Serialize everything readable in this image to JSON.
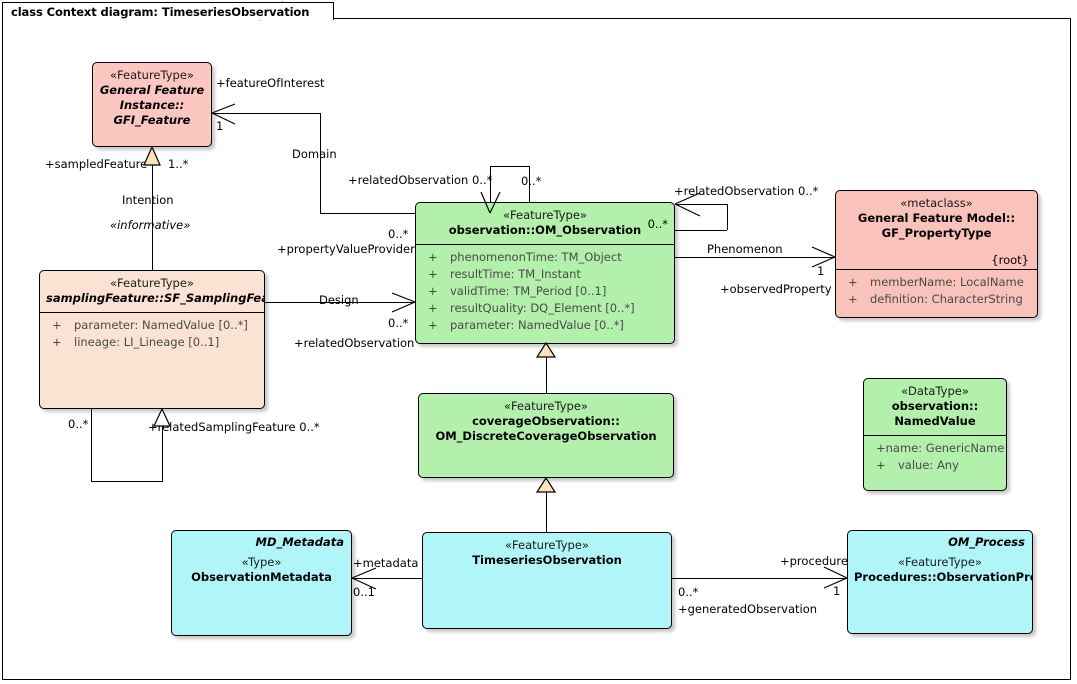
{
  "diagram": {
    "tab_title": "class Context diagram: TimeseriesObservation"
  },
  "colors": {
    "pink": "#fbc7c0",
    "peach": "#fae3d2",
    "green": "#b2f0ac",
    "cyan": "#b0f6f8",
    "border": "#000000",
    "attribute_text": "#4a4a4a"
  },
  "classes": {
    "gfi_feature": {
      "stereotype": "«FeatureType»",
      "name_line1": "General Feature",
      "name_line2": "Instance::",
      "name_line3": "GFI_Feature",
      "fill": "pink"
    },
    "sampling_feature": {
      "stereotype": "«FeatureType»",
      "name": "samplingFeature::SF_SamplingFeature",
      "fill": "peach",
      "attributes": [
        {
          "vis": "+",
          "text": "parameter: NamedValue [0..*]"
        },
        {
          "vis": "+",
          "text": "lineage: LI_Lineage [0..1]"
        }
      ]
    },
    "om_observation": {
      "stereotype": "«FeatureType»",
      "name": "observation::OM_Observation",
      "corner_multiplicity": "0..*",
      "fill": "green",
      "attributes": [
        {
          "vis": "+",
          "text": "phenomenonTime: TM_Object"
        },
        {
          "vis": "+",
          "text": "resultTime: TM_Instant"
        },
        {
          "vis": "+",
          "text": "validTime: TM_Period [0..1]"
        },
        {
          "vis": "+",
          "text": "resultQuality: DQ_Element [0..*]"
        },
        {
          "vis": "+",
          "text": "parameter: NamedValue [0..*]"
        }
      ]
    },
    "gf_propertytype": {
      "stereotype": "«metaclass»",
      "name_line1": "General Feature Model::",
      "name_line2": "GF_PropertyType",
      "root_marker": "{root}",
      "fill": "pink",
      "attributes": [
        {
          "vis": "+",
          "text": "memberName: LocalName"
        },
        {
          "vis": "+",
          "text": "definition: CharacterString"
        }
      ]
    },
    "coverage_observation": {
      "stereotype": "«FeatureType»",
      "name_line1": "coverageObservation::",
      "name_line2": "OM_DiscreteCoverageObservation",
      "fill": "green"
    },
    "named_value": {
      "stereotype": "«DataType»",
      "name_line1": "observation::",
      "name_line2": "NamedValue",
      "fill": "green",
      "attributes": [
        {
          "vis": "+",
          "text": "name: GenericName"
        },
        {
          "vis": "+",
          "text": "value: Any"
        }
      ]
    },
    "observation_metadata": {
      "corner_label": "MD_Metadata",
      "stereotype": "«Type»",
      "name": "ObservationMetadata",
      "fill": "cyan"
    },
    "timeseries_observation": {
      "stereotype": "«FeatureType»",
      "name": "TimeseriesObservation",
      "fill": "cyan"
    },
    "observation_process": {
      "corner_label": "OM_Process",
      "stereotype": "«FeatureType»",
      "name": "Procedures::ObservationProcess",
      "fill": "cyan"
    }
  },
  "connectors": {
    "feature_of_interest_role": "+featureOfInterest",
    "feature_of_interest_mult": "1",
    "domain_label": "Domain",
    "sampled_feature_role": "+sampledFeature",
    "sampled_feature_mult": "1..*",
    "intention_label": "Intention",
    "intention_stereotype": "«informative»",
    "related_observation_left": "+relatedObservation 0..*",
    "property_value_provider_role": "+propertyValueProvider",
    "property_value_provider_mult": "0..*",
    "design_label": "Design",
    "design_related_observation": "+relatedObservation",
    "design_mult": "0..*",
    "self_loop_mult_top": "0..*",
    "self_loop_mult_right": "0..*",
    "related_observation_right": "+relatedObservation 0..*",
    "phenomenon_label": "Phenomenon",
    "observed_property_role": "+observedProperty",
    "observed_property_mult": "1",
    "related_sampling_feature": "+relatedSamplingFeature 0..*",
    "sampling_self_mult": "0..*",
    "metadata_role": "+metadata",
    "metadata_mult": "0..1",
    "procedure_role": "+procedure",
    "procedure_mult": "1",
    "generated_observation_role": "+generatedObservation",
    "generated_observation_mult": "0..*"
  }
}
